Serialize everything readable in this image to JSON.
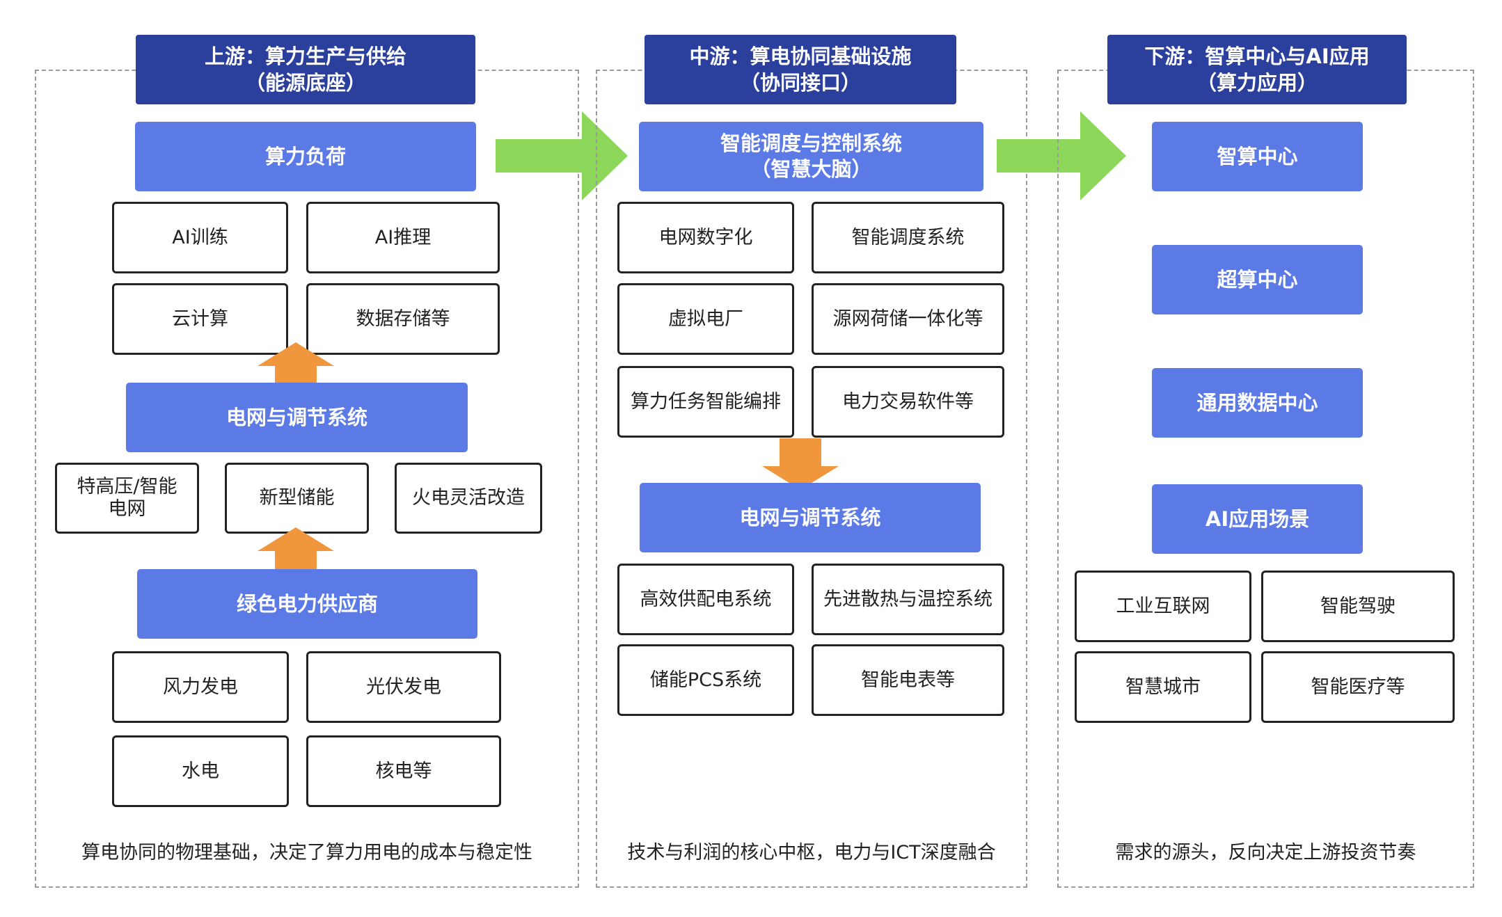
{
  "upstream": {
    "header_line1": "上游：算力生产与供给",
    "header_line2": "（能源底座）",
    "load_title": "算力负荷",
    "load_items": [
      "AI训练",
      "AI推理",
      "云计算",
      "数据存储等"
    ],
    "grid_title": "电网与调节系统",
    "grid_items": [
      "特高压/智能\n电网",
      "新型储能",
      "火电灵活改造"
    ],
    "supplier_title": "绿色电力供应商",
    "supplier_items": [
      "风力发电",
      "光伏发电",
      "水电",
      "核电等"
    ],
    "footer": "算电协同的物理基础，决定了算力用电的成本与稳定性"
  },
  "midstream": {
    "header_line1": "中游：算电协同基础设施",
    "header_line2": "（协同接口）",
    "brain_line1": "智能调度与控制系统",
    "brain_line2": "（智慧大脑）",
    "brain_items": [
      "电网数字化",
      "智能调度系统",
      "虚拟电厂",
      "源网荷储一体化等",
      "算力任务智能编排",
      "电力交易软件等"
    ],
    "grid_title": "电网与调节系统",
    "grid_items": [
      "高效供配电系统",
      "先进散热与温控系统",
      "储能PCS系统",
      "智能电表等"
    ],
    "footer": "技术与利润的核心中枢，电力与ICT深度融合"
  },
  "downstream": {
    "header_line1": "下游：智算中心与AI应用",
    "header_line2": "（算力应用）",
    "centers": [
      "智算中心",
      "超算中心",
      "通用数据中心",
      "AI应用场景"
    ],
    "scenario_items": [
      "工业互联网",
      "智能驾驶",
      "智慧城市",
      "智能医疗等"
    ],
    "footer": "需求的源头，反向决定上游投资节奏"
  },
  "colors": {
    "header_bg": "#2b3f9c",
    "block_bg": "#5c7ae6",
    "flow_arrow": "#8cd65a",
    "up_arrow": "#f0963c",
    "border": "#222222"
  }
}
